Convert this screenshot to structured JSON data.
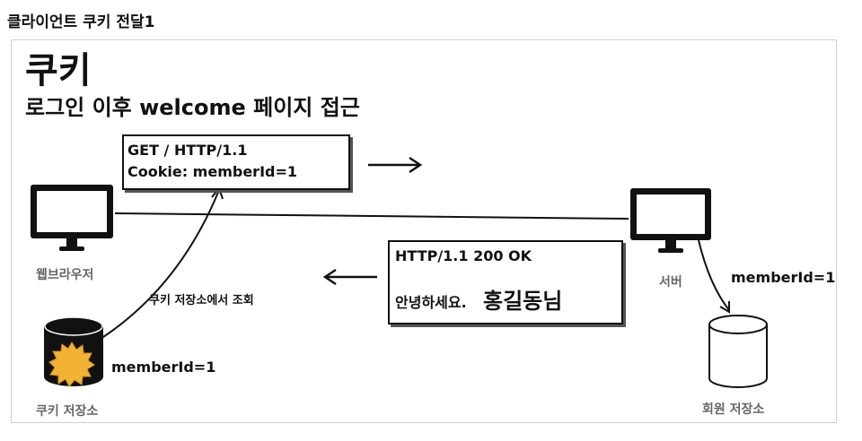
{
  "caption": "클라이언트 쿠키 전달1",
  "title": "쿠키",
  "subtitle": "로그인 이후 welcome 페이지 접근",
  "request": {
    "line1": "GET / HTTP/1.1",
    "line2": "Cookie: memberId=1"
  },
  "response": {
    "line1": "HTTP/1.1 200 OK",
    "greeting": "안녕하세요.",
    "name": "홍길동님"
  },
  "browser_label": "웹브라우저",
  "server_label": "서버",
  "server_memberid": "memberId=1",
  "cookie_lookup_label": "쿠키 저장소에서 조회",
  "cookie_store_memberid": "memberId=1",
  "cookie_store_label": "쿠키 저장소",
  "member_store_label": "회원 저장소",
  "colors": {
    "cookie": "#f2b233",
    "ink": "#111111"
  }
}
